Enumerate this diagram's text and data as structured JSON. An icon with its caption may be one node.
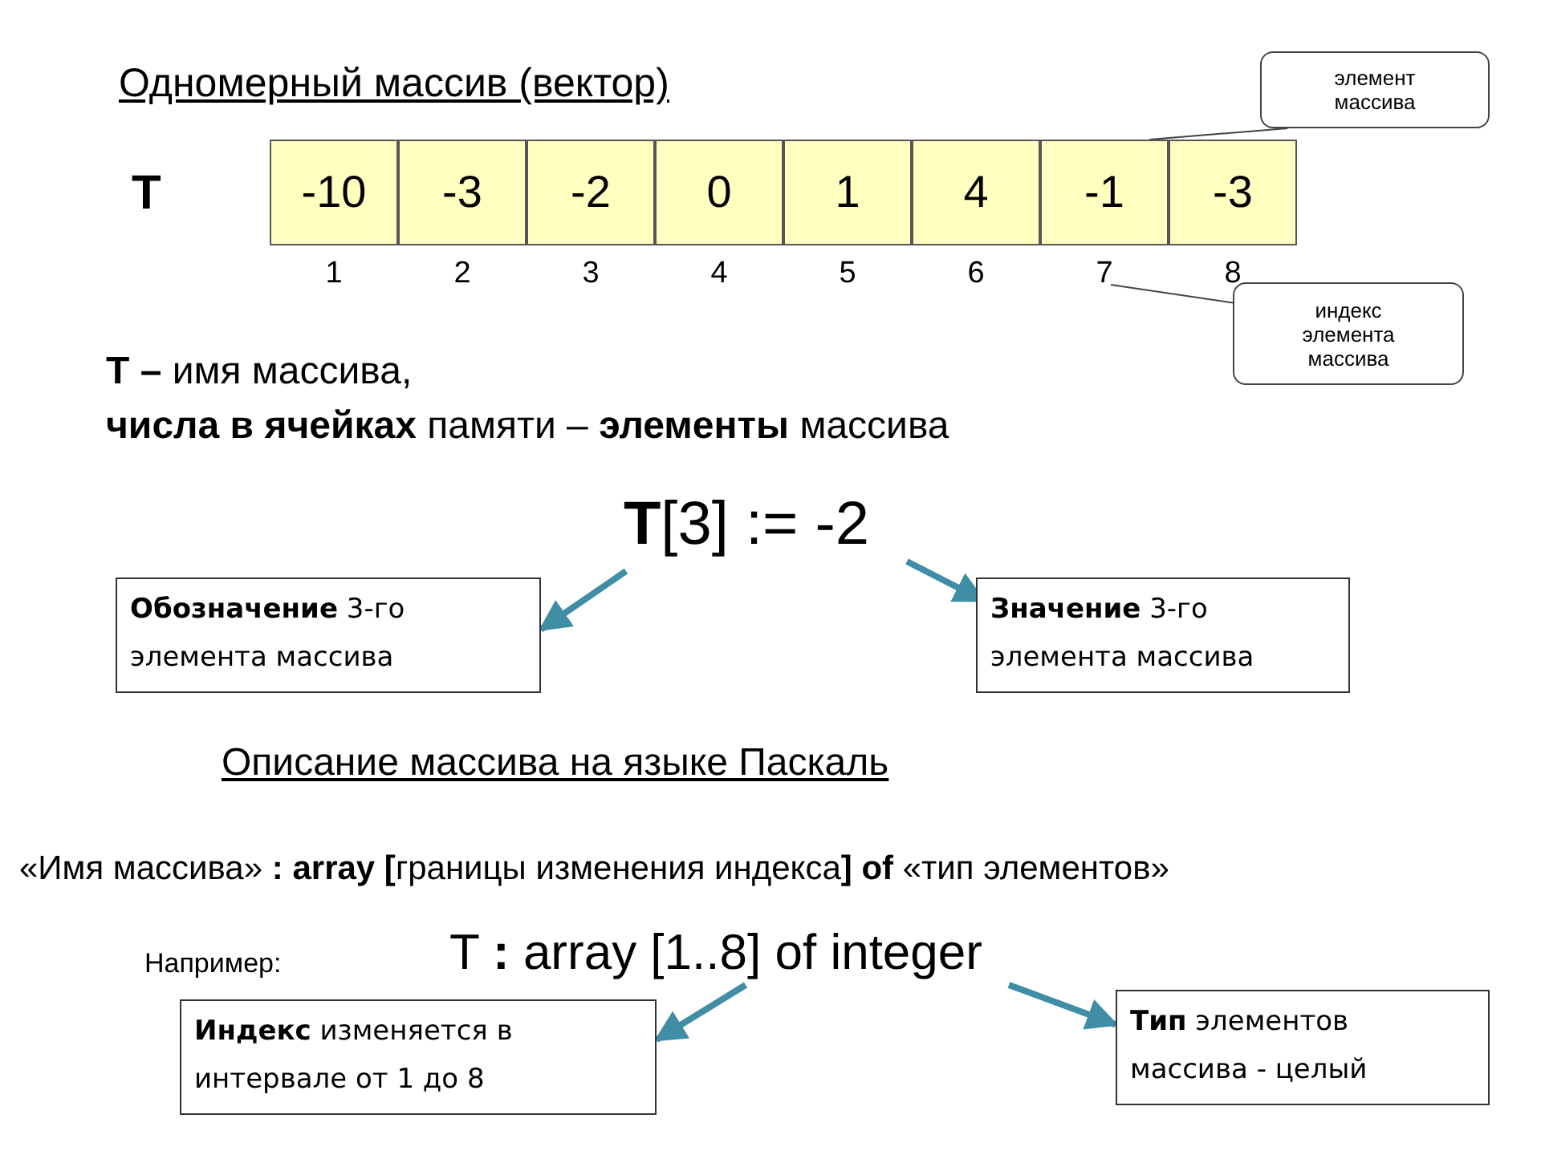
{
  "diagram": {
    "title": "Одномерный массив (вектор)",
    "nodes": [
      {
        "text": [
          "-10"
        ]
      },
      {
        "text": [
          "-3"
        ]
      },
      {
        "text": [
          "-2"
        ]
      },
      {
        "text": [
          "0"
        ]
      },
      {
        "text": [
          "1"
        ]
      },
      {
        "text": [
          "4"
        ]
      },
      {
        "text": [
          "-1"
        ]
      },
      {
        "text": [
          "-3"
        ]
      },
      {
        "text": [
          "1"
        ]
      },
      {
        "text": [
          "2"
        ]
      },
      {
        "text": [
          "3"
        ]
      },
      {
        "text": [
          "4"
        ]
      },
      {
        "text": [
          "5"
        ]
      },
      {
        "text": [
          "6"
        ]
      },
      {
        "text": [
          "7"
        ]
      },
      {
        "text": [
          "8"
        ]
      },
      {
        "text": [
          "элемент массива"
        ]
      },
      {
        "text": [
          "индекс элемента массива"
        ]
      },
      {
        "text": [
          "**T**[3] := -2"
        ]
      },
      {
        "text": [
          "**Обозначение** 3-го элемента массива"
        ]
      },
      {
        "text": [
          "**Значение** 3-го элемента массива"
        ]
      },
      {
        "text": [
          "T **:** array [1..8] of integer"
        ]
      },
      {
        "text": [
          "**Индекс** изменяется в интервале от 1 до 8"
        ]
      },
      {
        "text": [
          "**Тип** элементов массива - целый"
        ]
      }
    ],
    "edges": [
      {
        "from": 16,
        "to": 6,
        "arrow": "none",
        "color": "#444444"
      },
      {
        "from": 17,
        "to": 14,
        "arrow": "none",
        "color": "#444444"
      },
      {
        "from": 18,
        "to": 19,
        "arrow": "to"
      },
      {
        "from": 18,
        "to": 20,
        "arrow": "to"
      },
      {
        "from": 21,
        "to": 22,
        "arrow": "to"
      },
      {
        "from": 21,
        "to": 23,
        "arrow": "to"
      }
    ],
    "labels": [
      "T",
      "**T –** имя массива,",
      "**числа в ячейках** памяти – **элементы** массива",
      "Описание массива на языке Паскаль",
      "«Имя массива» **: array [**границы изменения индекса**] of** «тип элементов»",
      "Например:"
    ]
  }
}
